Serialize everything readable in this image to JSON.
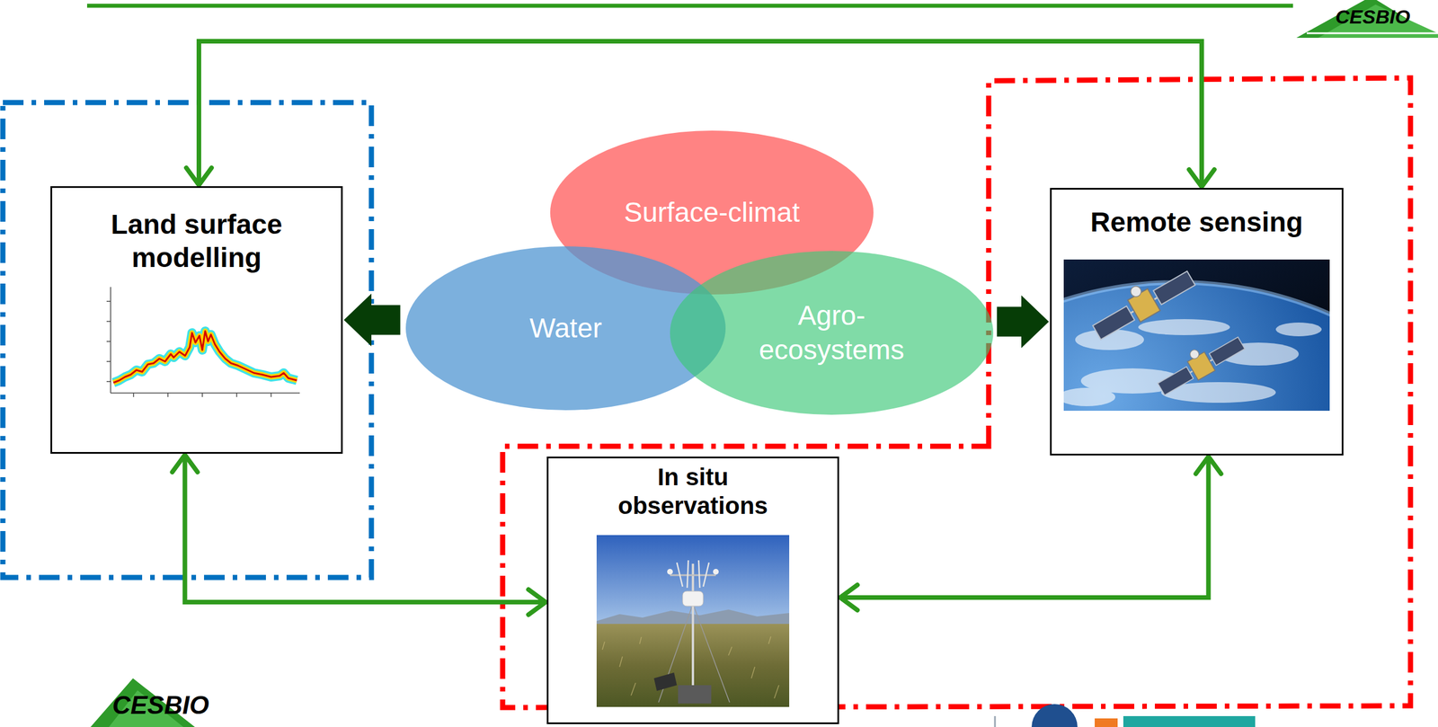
{
  "diagram": {
    "nodes": [
      {
        "text": [
          "Land surface modelling"
        ]
      },
      {
        "text": [
          "Surface-climat"
        ]
      },
      {
        "text": [
          "Water"
        ]
      },
      {
        "text": [
          "Agro-ecosystems"
        ]
      },
      {
        "text": [
          "Remote sensing"
        ]
      },
      {
        "text": [
          "In situ observations"
        ]
      }
    ],
    "edges": [
      {
        "from": 0,
        "to": 4,
        "arrow": "both"
      },
      {
        "from": 0,
        "to": 5,
        "arrow": "both"
      },
      {
        "from": 4,
        "to": 5,
        "arrow": "both"
      },
      {
        "from": 2,
        "to": 0,
        "arrow": "to"
      },
      {
        "from": 3,
        "to": 4,
        "arrow": "to"
      }
    ],
    "labels": [
      "CESBIO",
      "CESBIO"
    ]
  }
}
